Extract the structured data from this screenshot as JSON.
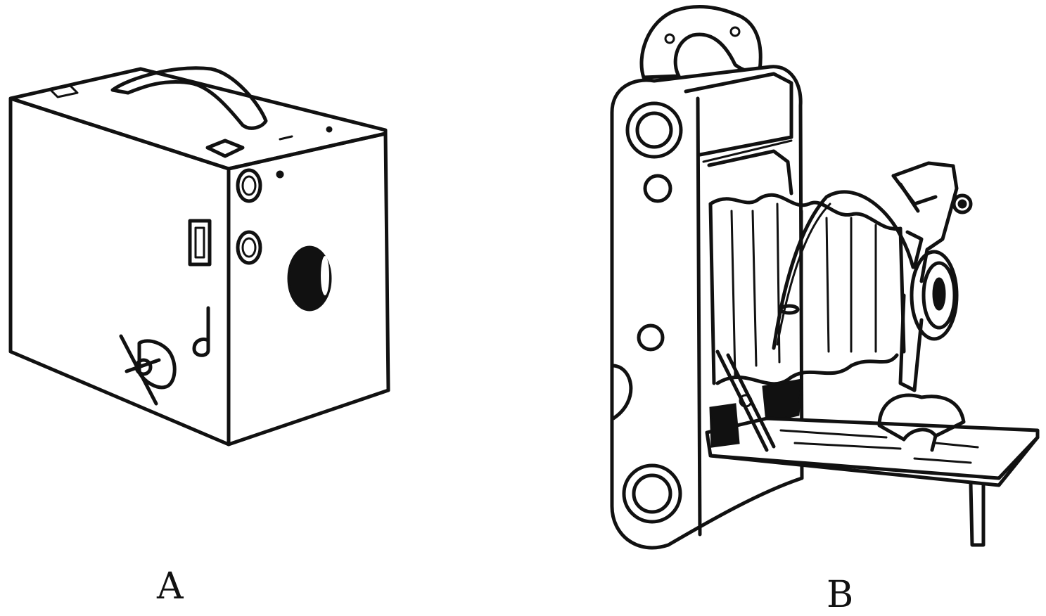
{
  "figure": {
    "labels": {
      "a": "A",
      "b": "B"
    },
    "items": [
      {
        "key": "a",
        "subject": "box-camera"
      },
      {
        "key": "b",
        "subject": "folding-camera"
      }
    ],
    "colors": {
      "ink": "#111111",
      "paper": "#ffffff"
    }
  }
}
